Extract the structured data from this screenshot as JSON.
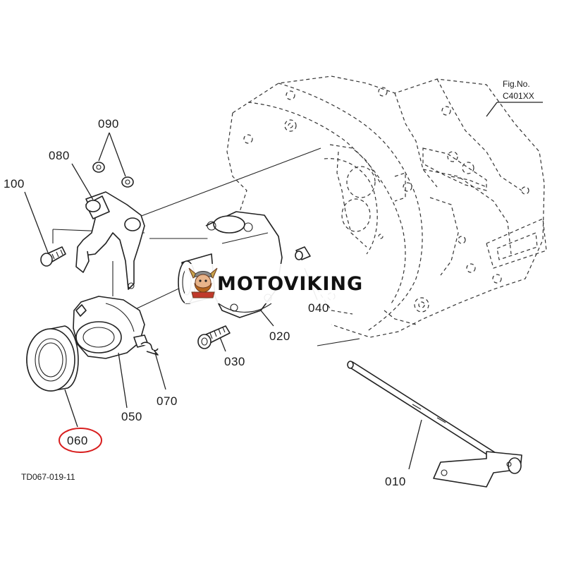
{
  "figure": {
    "fig_label": "Fig.No.",
    "fig_code": "C401XX",
    "drawing_code": "TD067-019-11"
  },
  "watermark": {
    "brand_text": "MOTOVIKING"
  },
  "callouts": [
    {
      "id": "010",
      "text": "010",
      "highlighted": false
    },
    {
      "id": "020",
      "text": "020",
      "highlighted": false
    },
    {
      "id": "030",
      "text": "030",
      "highlighted": false
    },
    {
      "id": "040",
      "text": "040",
      "highlighted": false
    },
    {
      "id": "050",
      "text": "050",
      "highlighted": false
    },
    {
      "id": "060",
      "text": "060",
      "highlighted": true
    },
    {
      "id": "070",
      "text": "070",
      "highlighted": false
    },
    {
      "id": "080",
      "text": "080",
      "highlighted": false
    },
    {
      "id": "090",
      "text": "090",
      "highlighted": false
    },
    {
      "id": "100",
      "text": "100",
      "highlighted": false
    }
  ],
  "colors": {
    "line": "#222222",
    "highlight_circle": "#d81e1e",
    "logo_accent": "#c0392b",
    "logo_dark": "#6b3a1e"
  }
}
